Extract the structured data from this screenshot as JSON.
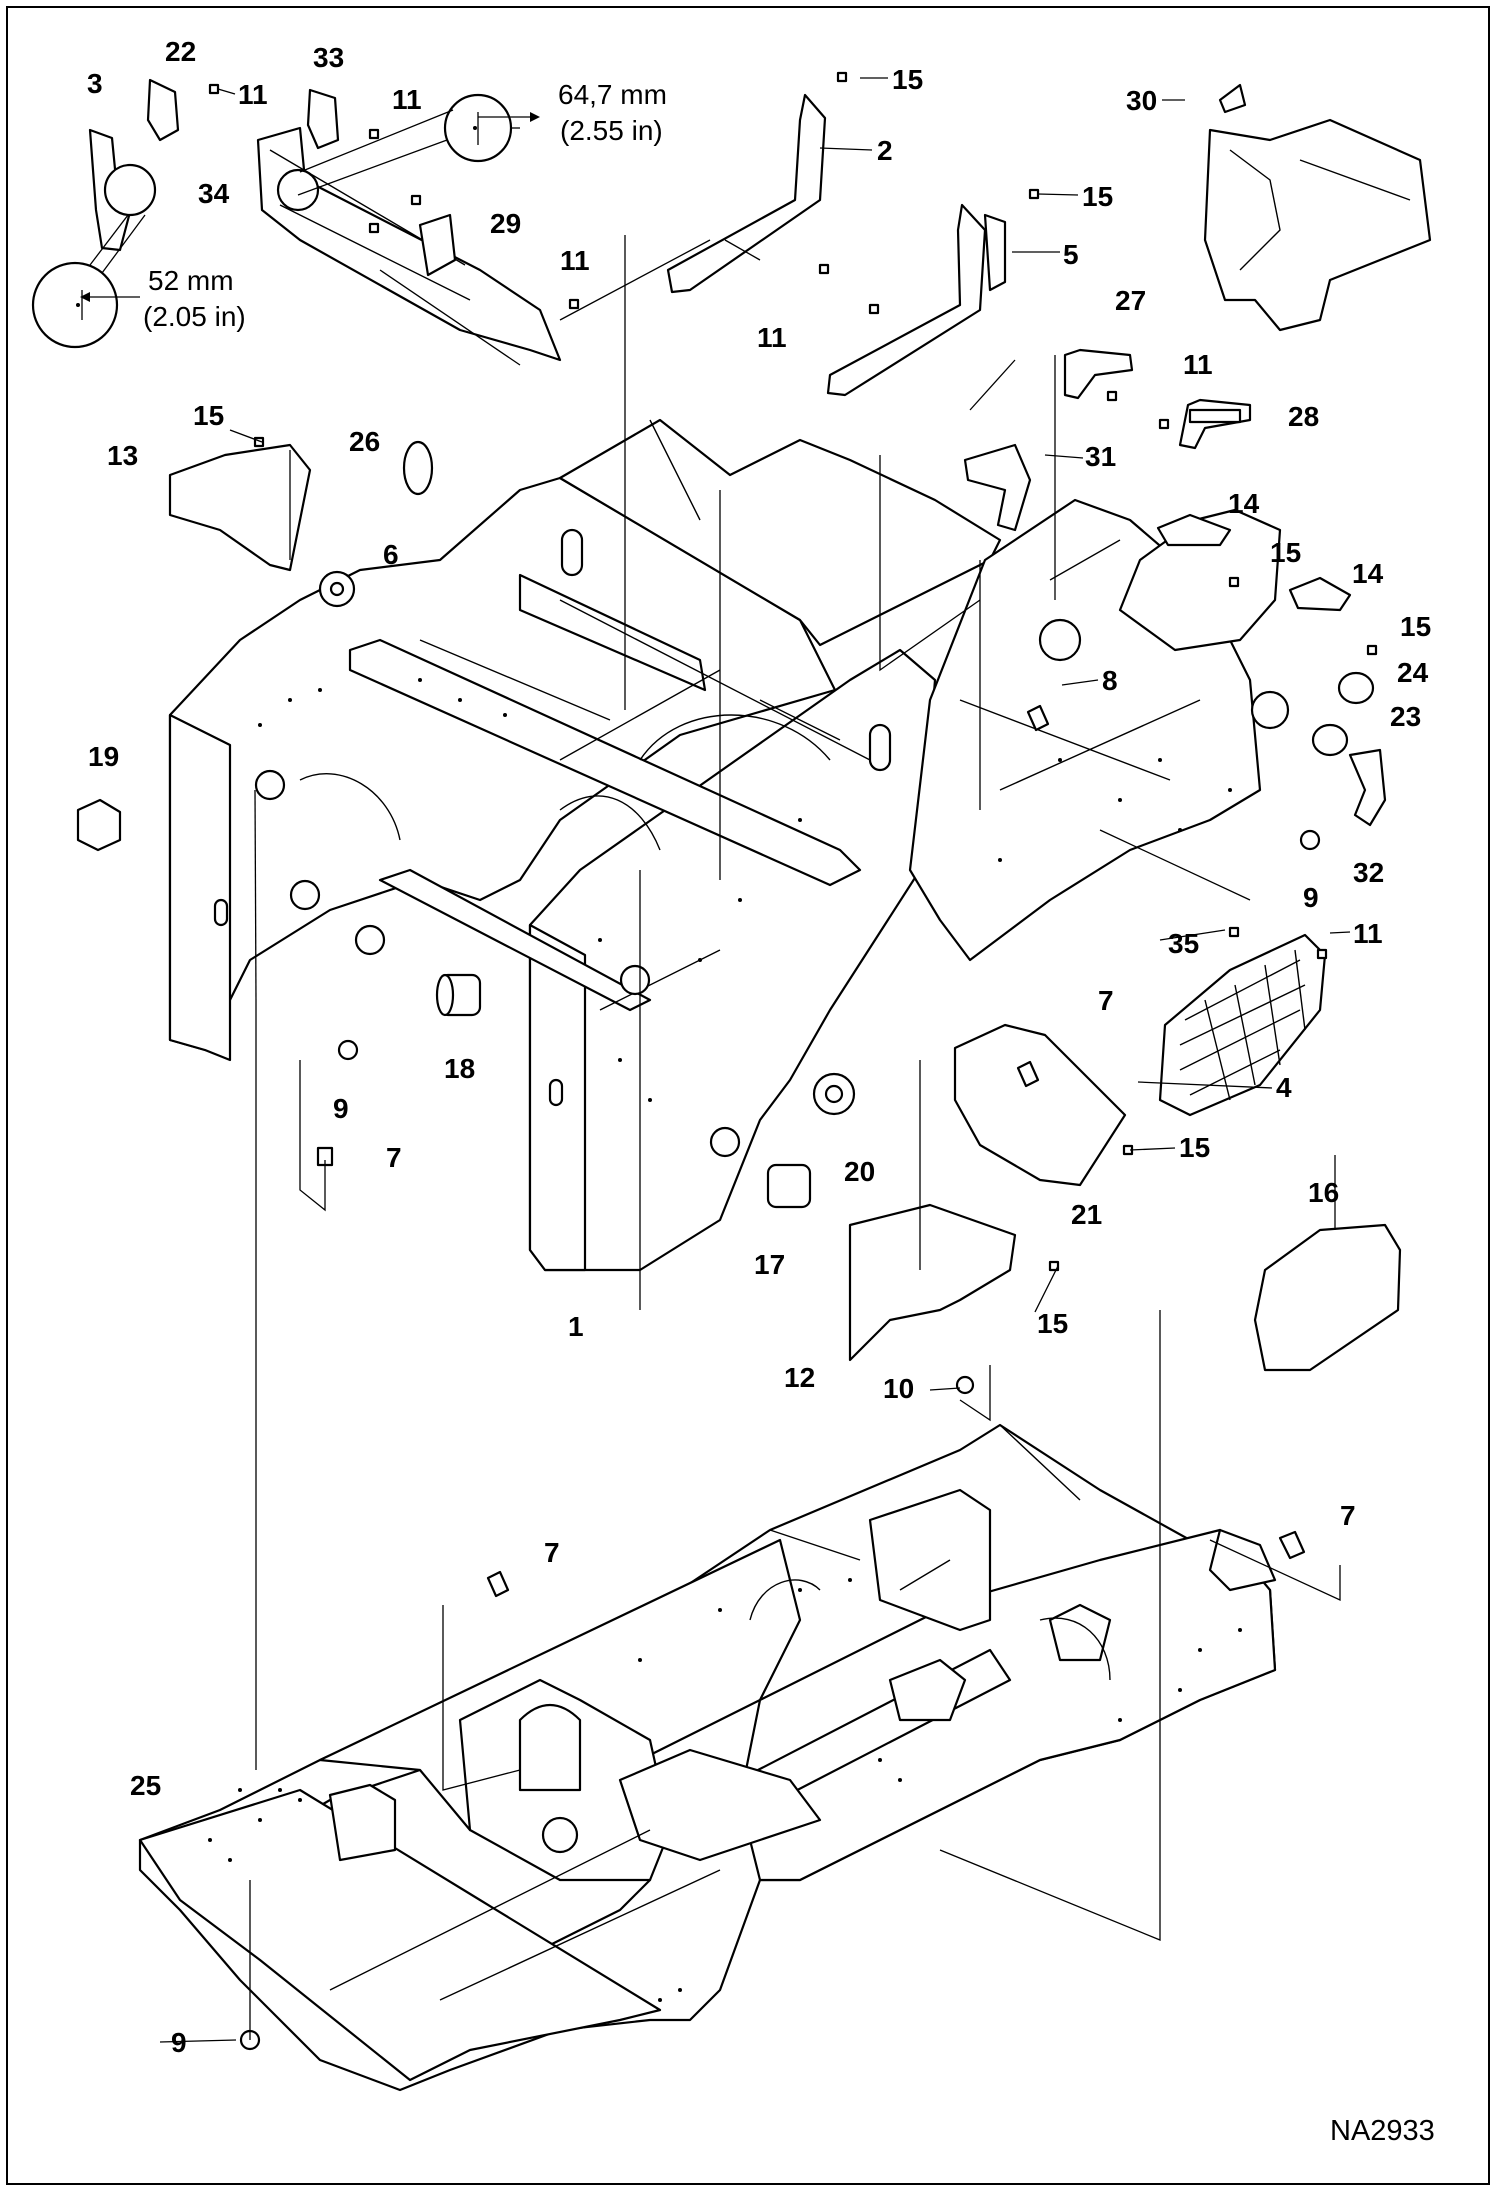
{
  "diagram": {
    "reference": "NA2933",
    "dimensions": [
      {
        "metric": "64,7 mm",
        "imperial": "(2.55 in)"
      },
      {
        "metric": "52 mm",
        "imperial": "(2.05 in)"
      }
    ],
    "callouts": [
      "1",
      "2",
      "3",
      "4",
      "5",
      "6",
      "7",
      "7",
      "7",
      "7",
      "7",
      "8",
      "9",
      "9",
      "9",
      "9",
      "10",
      "11",
      "11",
      "11",
      "11",
      "11",
      "11",
      "11",
      "12",
      "13",
      "14",
      "14",
      "15",
      "15",
      "15",
      "15",
      "15",
      "15",
      "15",
      "15",
      "16",
      "17",
      "18",
      "19",
      "20",
      "21",
      "22",
      "23",
      "24",
      "25",
      "26",
      "27",
      "28",
      "29",
      "30",
      "31",
      "32",
      "33",
      "34",
      "35"
    ]
  }
}
